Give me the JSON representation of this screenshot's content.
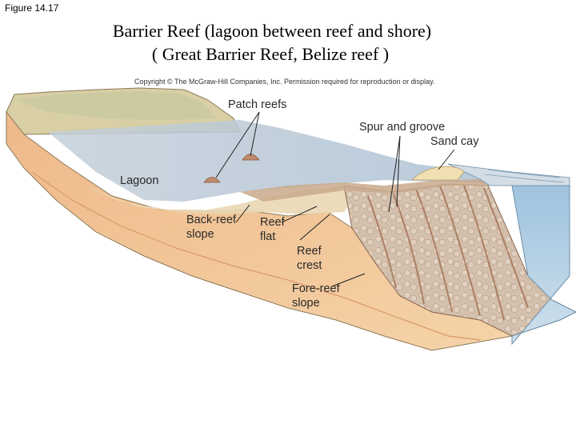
{
  "figure_label": "Figure 14.17",
  "title_line1": "Barrier Reef (lagoon between reef and shore)",
  "title_line2": "( Great Barrier Reef, Belize reef )",
  "copyright": "Copyright © The McGraw-Hill Companies, Inc. Permission required for reproduction or display.",
  "labels": {
    "patch_reefs": "Patch reefs",
    "spur_and_groove": "Spur and groove",
    "sand_cay": "Sand cay",
    "lagoon": "Lagoon",
    "back_reef_slope_1": "Back-reef",
    "back_reef_slope_2": "slope",
    "reef_flat_1": "Reef",
    "reef_flat_2": "flat",
    "reef_crest_1": "Reef",
    "reef_crest_2": "crest",
    "fore_reef_slope_1": "Fore-reef",
    "fore_reef_slope_2": "slope"
  },
  "colors": {
    "land_top": "#d8cfa5",
    "sediment": "#f1c79a",
    "sediment_dark": "#d99a68",
    "water_top": "#b9c8d6",
    "water_front": "#9fc3df",
    "reef": "#cdb7a3",
    "reef_grooves": "#a06a4c"
  }
}
